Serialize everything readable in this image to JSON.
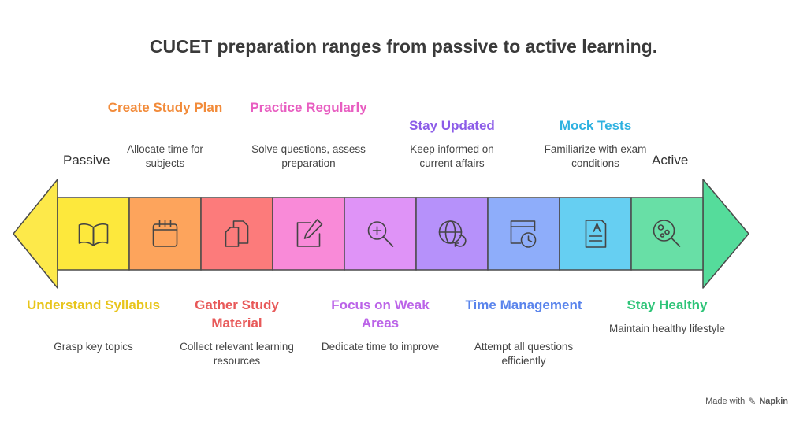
{
  "title": "CUCET preparation ranges from passive to active learning.",
  "passive_label": "Passive",
  "active_label": "Active",
  "footer": {
    "made_with": "Made with",
    "brand": "Napkin"
  },
  "colors": {
    "arrow_left": "#fde94a",
    "arrow_right": "#55dc9b"
  },
  "steps": [
    {
      "title": "Understand Syllabus",
      "desc": "Grasp key topics",
      "position": "bottom",
      "color": "#fde83c",
      "text_color": "#e8c51c",
      "icon": "open-book-icon"
    },
    {
      "title": "Create Study Plan",
      "desc": "Allocate time for subjects",
      "position": "top",
      "color": "#fda45c",
      "text_color": "#f28b3a",
      "icon": "calendar-icon"
    },
    {
      "title": "Gather Study Material",
      "desc": "Collect relevant learning resources",
      "position": "bottom",
      "color": "#fc7b7b",
      "text_color": "#e85959",
      "icon": "documents-icon"
    },
    {
      "title": "Practice Regularly",
      "desc": "Solve questions, assess preparation",
      "position": "top",
      "color": "#f98ad8",
      "text_color": "#e85ec1",
      "icon": "edit-icon"
    },
    {
      "title": "Focus on Weak Areas",
      "desc": "Dedicate time to improve",
      "position": "bottom",
      "color": "#df93f7",
      "text_color": "#bb63e8",
      "icon": "zoom-in-icon"
    },
    {
      "title": "Stay Updated",
      "desc": "Keep informed on current affairs",
      "position": "top",
      "color": "#b691fa",
      "text_color": "#8c5ce8",
      "icon": "globe-refresh-icon"
    },
    {
      "title": "Time Management",
      "desc": "Attempt all questions efficiently",
      "position": "bottom",
      "color": "#8eadfa",
      "text_color": "#5a84ec",
      "icon": "browser-clock-icon"
    },
    {
      "title": "Mock Tests",
      "desc": "Familiarize with exam conditions",
      "position": "top",
      "color": "#66cff2",
      "text_color": "#2eb1e0",
      "icon": "exam-paper-icon"
    },
    {
      "title": "Stay Healthy",
      "desc": "Maintain healthy lifestyle",
      "position": "bottom",
      "color": "#68dfa6",
      "text_color": "#2ec478",
      "icon": "magnifier-bacteria-icon"
    }
  ]
}
